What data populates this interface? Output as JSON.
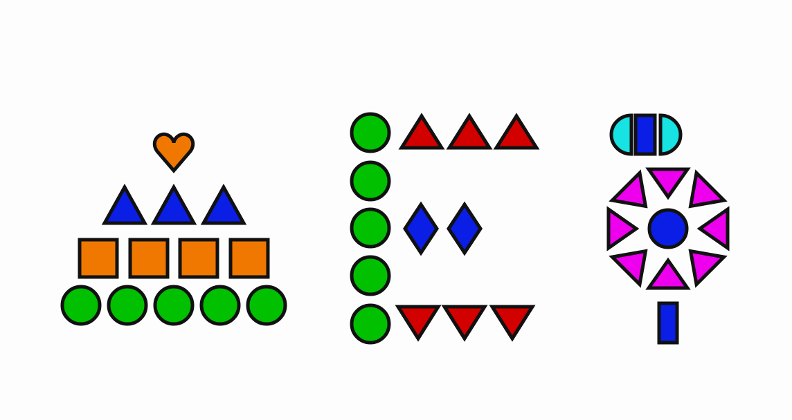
{
  "colors": {
    "background": "#fdfdfd",
    "outline": "#111111",
    "green": "#00c000",
    "orange": "#f07800",
    "blue": "#0a1ee6",
    "red": "#d30000",
    "magenta": "#ee00ee",
    "cyan": "#17e3e3"
  },
  "figures": [
    {
      "name": "cake",
      "pieces": [
        {
          "shape": "heart",
          "color": "orange",
          "count": 1
        },
        {
          "shape": "triangle",
          "color": "blue",
          "count": 3
        },
        {
          "shape": "square",
          "color": "orange",
          "count": 4
        },
        {
          "shape": "circle",
          "color": "green",
          "count": 5
        }
      ]
    },
    {
      "name": "letter-e",
      "pieces": [
        {
          "shape": "circle",
          "color": "green",
          "count": 5
        },
        {
          "shape": "triangle-up",
          "color": "red",
          "count": 3
        },
        {
          "shape": "diamond",
          "color": "blue",
          "count": 2
        },
        {
          "shape": "triangle-down",
          "color": "red",
          "count": 3
        }
      ]
    },
    {
      "name": "flower",
      "pieces": [
        {
          "shape": "half-circle",
          "color": "cyan",
          "count": 2
        },
        {
          "shape": "bar",
          "color": "blue",
          "count": 1
        },
        {
          "shape": "triangle",
          "color": "magenta",
          "count": 8
        },
        {
          "shape": "circle",
          "color": "blue",
          "count": 1
        },
        {
          "shape": "stem",
          "color": "blue",
          "count": 1
        }
      ]
    }
  ]
}
